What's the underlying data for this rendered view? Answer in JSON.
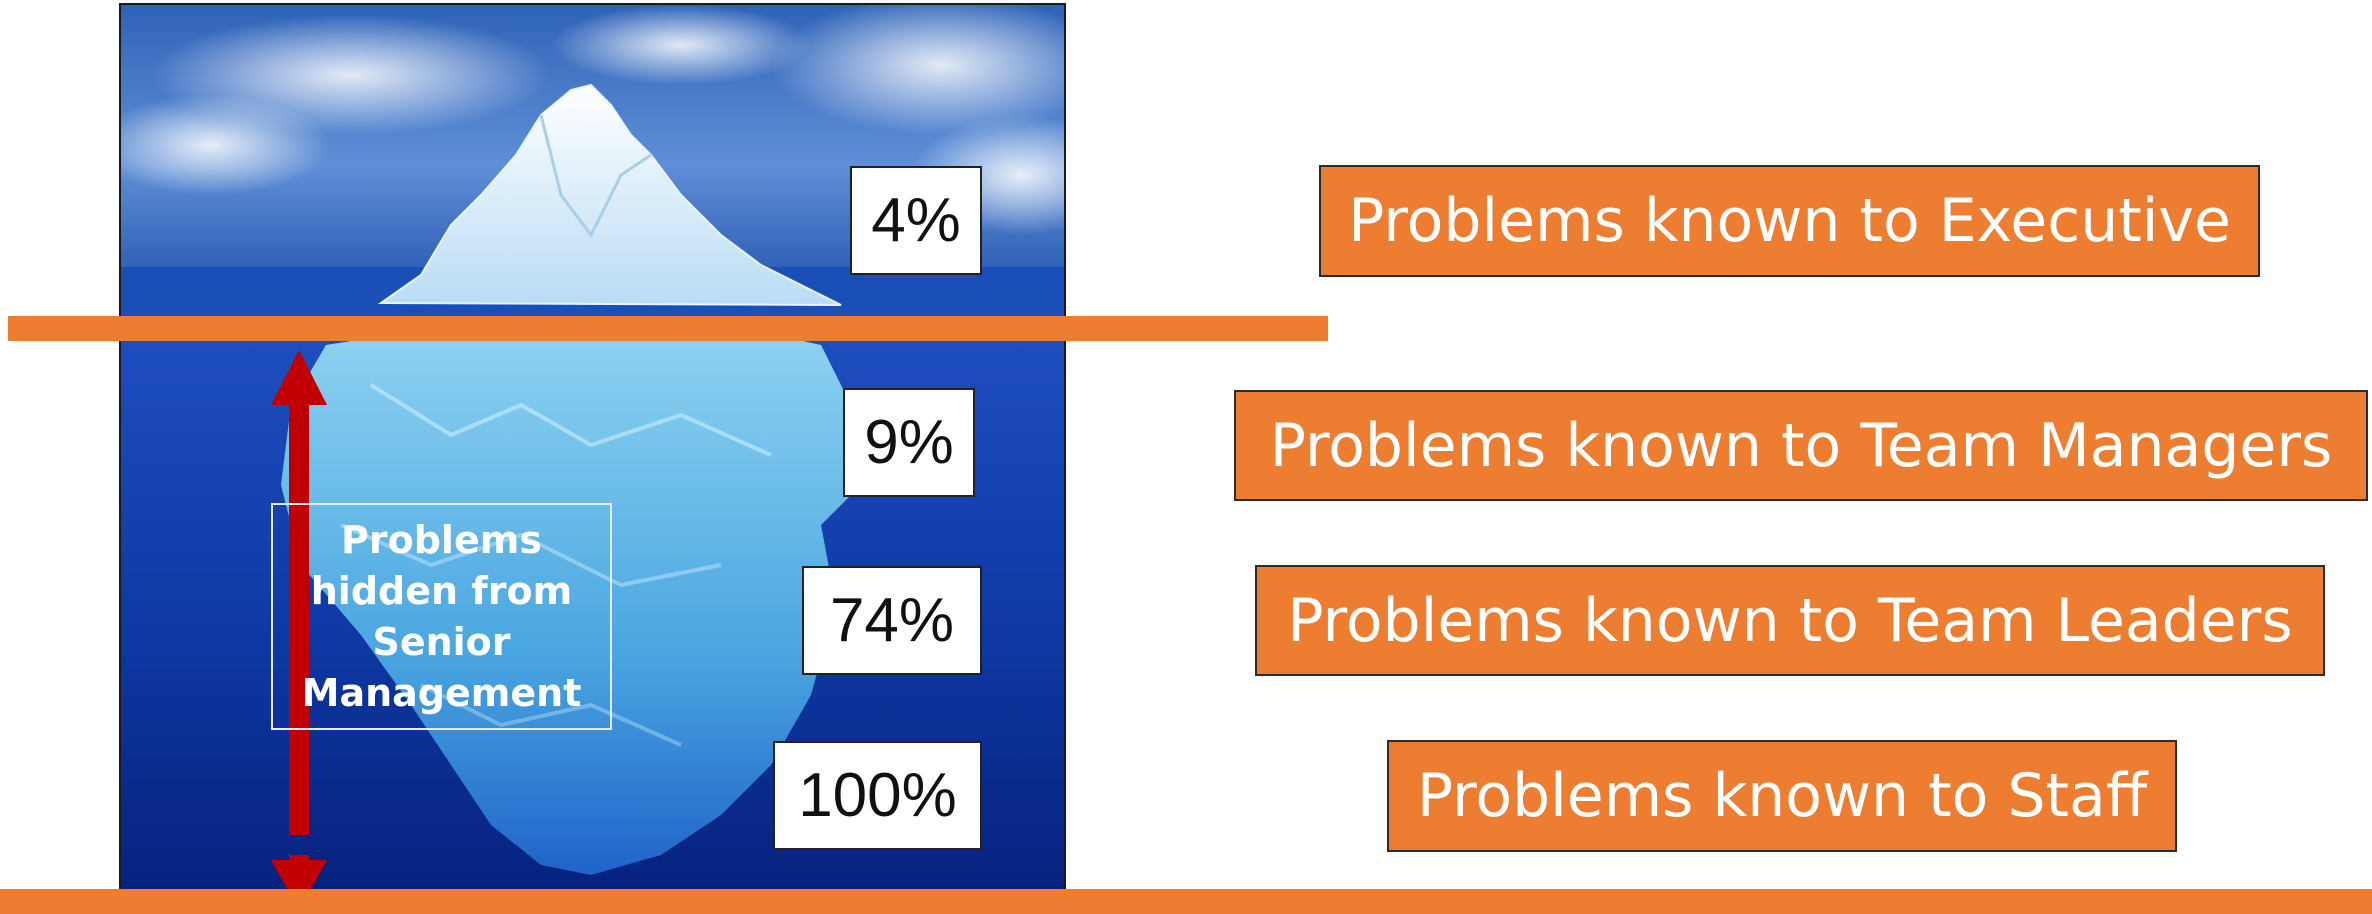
{
  "percentages": {
    "executive": "4%",
    "team_managers": "9%",
    "team_leaders": "74%",
    "staff": "100%"
  },
  "labels": {
    "executive": "Problems known to Executive",
    "team_managers": "Problems known to Team Managers",
    "team_leaders": "Problems known to Team Leaders",
    "staff": "Problems known to Staff",
    "hidden": "Problems\nhidden from\nSenior\nManagement"
  },
  "colors": {
    "accent_orange": "#ed7d31",
    "arrow_red": "#c00000",
    "sky": "#3f73c4",
    "deep_water": "#0a2a8f"
  }
}
